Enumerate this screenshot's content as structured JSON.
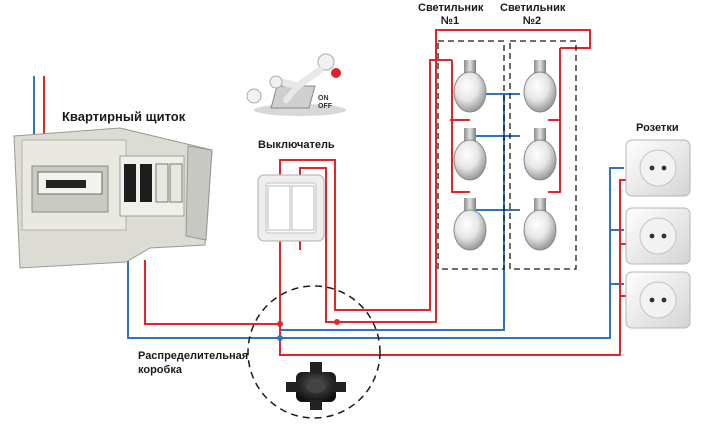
{
  "labels": {
    "panel": "Квартирный щиток",
    "switch": "Выключатель",
    "lamp1_title": "Светильник",
    "lamp1_num": "№1",
    "lamp2_title": "Светильник",
    "lamp2_num": "№2",
    "sockets": "Розетки",
    "box_line1": "Распределительная",
    "box_line2": "коробка"
  },
  "icon_text": {
    "on": "ON",
    "off": "OFF"
  },
  "colors": {
    "phase_wire": "#e0262a",
    "neutral_wire": "#2f73c9",
    "panel_body": "#e6e6df",
    "socket_frame": "#ededed",
    "dashed_frame": "#1a1a1a"
  }
}
